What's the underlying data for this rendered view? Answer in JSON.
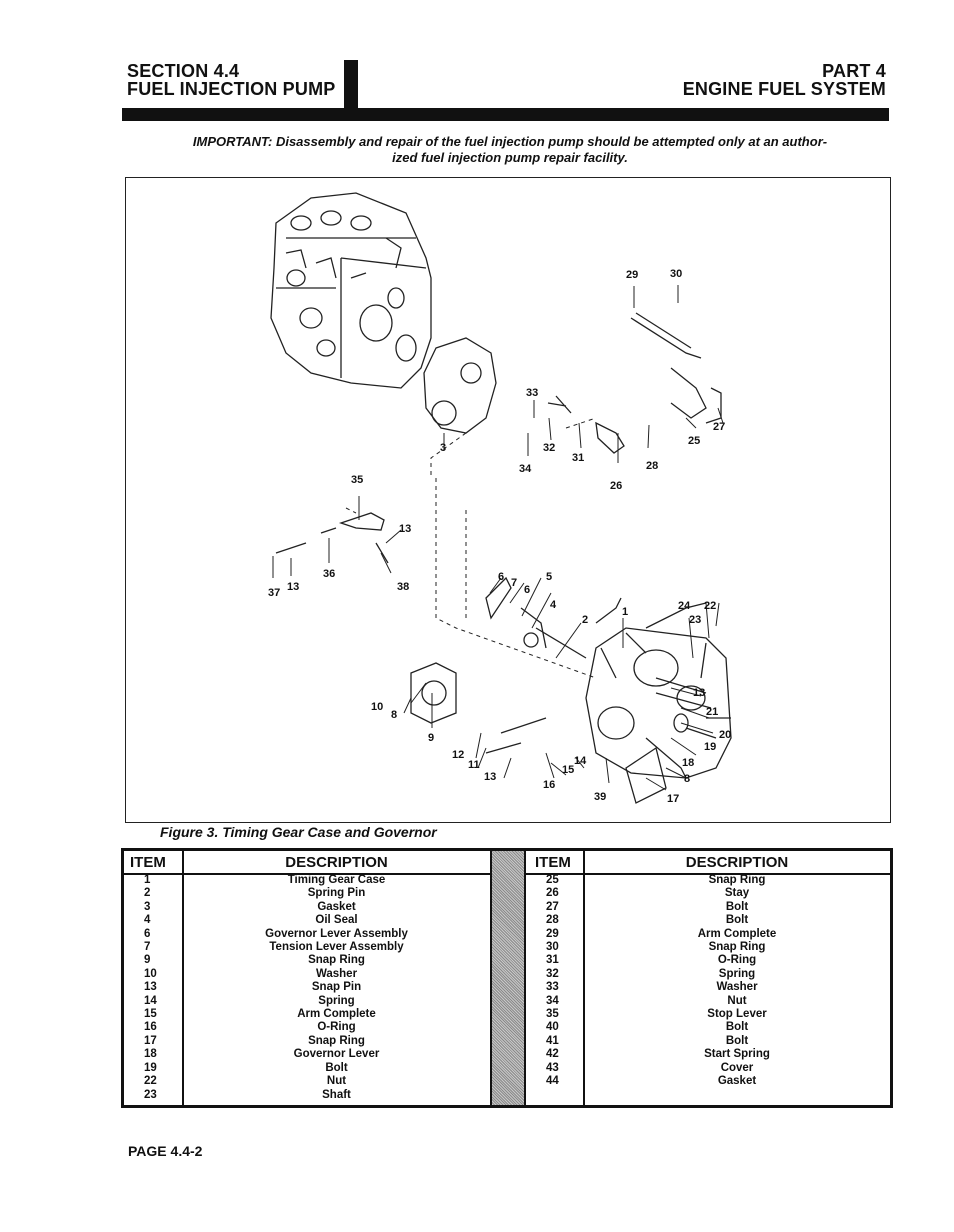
{
  "header": {
    "section": "SECTION 4.4",
    "section_title": "FUEL INJECTION PUMP",
    "part": "PART 4",
    "part_title": "ENGINE FUEL SYSTEM"
  },
  "important_line1": "IMPORTANT: Disassembly and repair of the fuel injection pump should be attempted only at an author-",
  "important_line2": "ized fuel injection pump repair facility.",
  "figure": {
    "caption": "Figure 3. Timing Gear Case and Governor",
    "callouts": [
      "29",
      "30",
      "33",
      "32",
      "31",
      "34",
      "26",
      "28",
      "25",
      "27",
      "3",
      "35",
      "13",
      "36",
      "37",
      "13",
      "38",
      "6",
      "7",
      "6",
      "5",
      "4",
      "2",
      "1",
      "24",
      "22",
      "23",
      "13",
      "21",
      "20",
      "19",
      "18",
      "8",
      "17",
      "10",
      "8",
      "9",
      "12",
      "11",
      "13",
      "16",
      "15",
      "14",
      "39"
    ]
  },
  "table": {
    "headers": {
      "item": "ITEM",
      "description": "DESCRIPTION"
    },
    "left": [
      {
        "item": "1",
        "desc": "Timing Gear Case"
      },
      {
        "item": "2",
        "desc": "Spring Pin"
      },
      {
        "item": "3",
        "desc": "Gasket"
      },
      {
        "item": "4",
        "desc": "Oil Seal"
      },
      {
        "item": "6",
        "desc": "Governor Lever Assembly"
      },
      {
        "item": "7",
        "desc": "Tension Lever Assembly"
      },
      {
        "item": "9",
        "desc": "Snap Ring"
      },
      {
        "item": "10",
        "desc": "Washer"
      },
      {
        "item": "13",
        "desc": "Snap Pin"
      },
      {
        "item": "14",
        "desc": "Spring"
      },
      {
        "item": "15",
        "desc": "Arm Complete"
      },
      {
        "item": "16",
        "desc": "O-Ring"
      },
      {
        "item": "17",
        "desc": "Snap Ring"
      },
      {
        "item": "18",
        "desc": "Governor Lever"
      },
      {
        "item": "19",
        "desc": "Bolt"
      },
      {
        "item": "22",
        "desc": "Nut"
      },
      {
        "item": "23",
        "desc": "Shaft"
      }
    ],
    "right": [
      {
        "item": "25",
        "desc": "Snap Ring"
      },
      {
        "item": "26",
        "desc": "Stay"
      },
      {
        "item": "27",
        "desc": "Bolt"
      },
      {
        "item": "28",
        "desc": "Bolt"
      },
      {
        "item": "29",
        "desc": "Arm Complete"
      },
      {
        "item": "30",
        "desc": "Snap Ring"
      },
      {
        "item": "31",
        "desc": "O-Ring"
      },
      {
        "item": "32",
        "desc": "Spring"
      },
      {
        "item": "33",
        "desc": "Washer"
      },
      {
        "item": "34",
        "desc": "Nut"
      },
      {
        "item": "35",
        "desc": "Stop Lever"
      },
      {
        "item": "40",
        "desc": "Bolt"
      },
      {
        "item": "41",
        "desc": "Bolt"
      },
      {
        "item": "42",
        "desc": "Start Spring"
      },
      {
        "item": "43",
        "desc": "Cover"
      },
      {
        "item": "44",
        "desc": "Gasket"
      }
    ]
  },
  "footer": "PAGE 4.4-2"
}
